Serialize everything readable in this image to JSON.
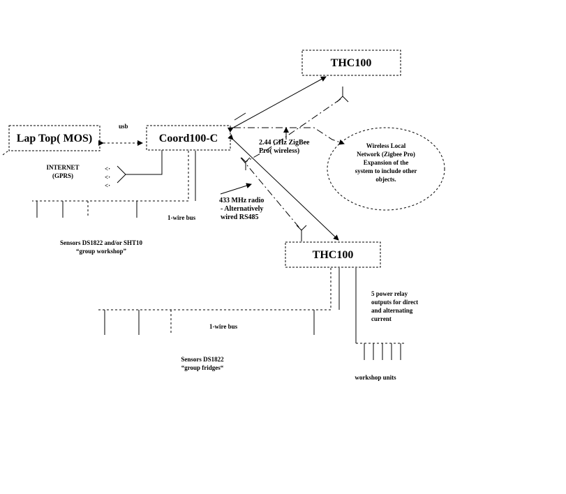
{
  "nodes": {
    "thc100_top": "THC100",
    "thc100_bottom": "THC100",
    "laptop": "Lap Top( MOS)",
    "coord": "Coord100-C"
  },
  "labels": {
    "usb": "usb",
    "internet_1": "INTERNET",
    "internet_2": "(GPRS)",
    "zigbee_1": "2.44 GHz ZigBee",
    "zigbee_2": "Pro( wireless)",
    "wireless_1": "Wireless Local",
    "wireless_2": "Network (Zigbee Pro)",
    "wireless_3": "Expansion of the",
    "wireless_4": "system to include other",
    "wireless_5": "objects.",
    "radio_1": "433 MHz radio",
    "radio_2": "- Alternatively",
    "radio_3": "wired RS485",
    "bus_1": "1-wire bus",
    "bus_2": "1-wire bus",
    "sensors_workshop_1": "Sensors DS1822 and/or SHT10",
    "sensors_workshop_2": "“group workshop”",
    "relay_1": "5 power relay",
    "relay_2": "outputs for direct",
    "relay_3": "and alternating",
    "relay_4": "current",
    "sensors_fridges_1": "Sensors DS1822",
    "sensors_fridges_2": "“group fridges“",
    "workshop_units": "workshop units"
  }
}
